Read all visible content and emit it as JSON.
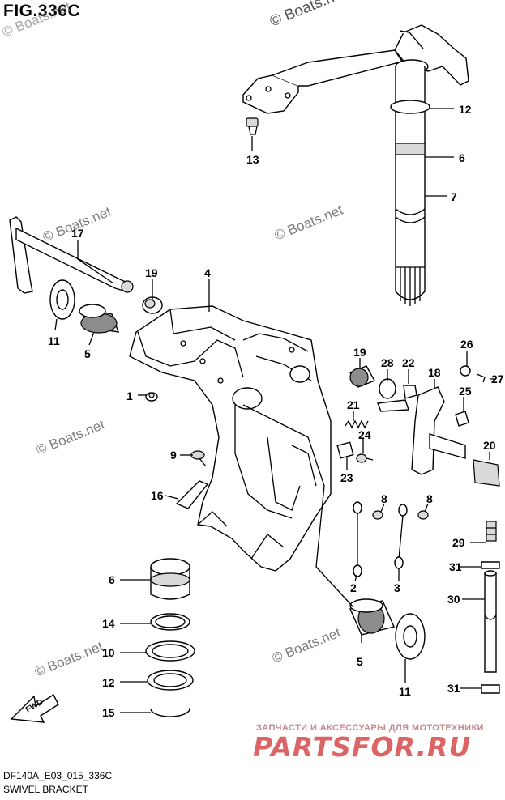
{
  "figure": {
    "title": "FIG.336C",
    "footer_code": "DF140A_E03_015_336C",
    "footer_name": "SWIVEL BRACKET"
  },
  "watermarks": {
    "boats_text": "© Boats.net",
    "shop_caption": "ЗАПЧАСТИ И АКСЕССУАРЫ ДЛЯ МОТОТЕХНИКИ",
    "shop_brand": "PARTSFOR.RU"
  },
  "fwd_label": "FWD",
  "callouts": [
    "12",
    "6",
    "7",
    "13",
    "17",
    "19",
    "4",
    "11",
    "5",
    "1",
    "19",
    "28",
    "22",
    "26",
    "27",
    "18",
    "25",
    "21",
    "24",
    "20",
    "23",
    "9",
    "16",
    "8",
    "8",
    "2",
    "3",
    "29",
    "31",
    "30",
    "31",
    "6",
    "14",
    "10",
    "12",
    "15",
    "5",
    "11"
  ],
  "colors": {
    "line": "#000000",
    "watermark_gray": "#7d7d7d",
    "brand_red": "#d23a3a"
  }
}
